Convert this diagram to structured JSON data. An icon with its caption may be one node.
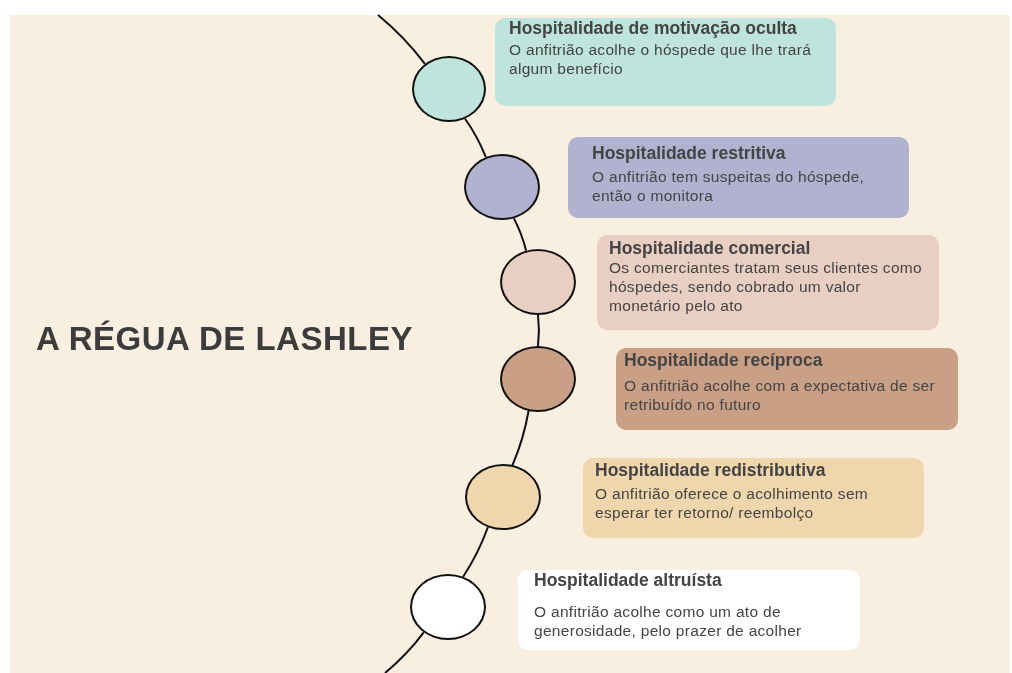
{
  "diagram": {
    "title": "A RÉGUA DE LASHLEY",
    "nodes": [
      {
        "text": [],
        "shape": "circle"
      },
      {
        "text": [
          "Hospitalidade de motivação oculta",
          "O anfitrião acolhe o hóspede que lhe trará algum benefício"
        ]
      },
      {
        "text": [],
        "shape": "circle"
      },
      {
        "text": [
          "Hospitalidade restritiva",
          "O anfitrião tem suspeitas do hóspede, então o monitora"
        ]
      },
      {
        "text": [],
        "shape": "circle"
      },
      {
        "text": [
          "Hospitalidade comercial",
          "Os comerciantes tratam seus clientes como hóspedes, sendo cobrado um valor monetário pelo ato"
        ]
      },
      {
        "text": [],
        "shape": "circle"
      },
      {
        "text": [
          "Hospitalidade recíproca",
          "O anfitrião acolhe com a expectativa de ser retribuído no futuro"
        ]
      },
      {
        "text": [],
        "shape": "circle"
      },
      {
        "text": [
          "Hospitalidade redistributiva",
          "O anfitrião oferece o acolhimento sem esperar ter retorno/ reembolço"
        ]
      },
      {
        "text": [],
        "shape": "circle"
      },
      {
        "text": [
          "Hospitalidade altruísta",
          "O anfitrião acolhe como um ato de generosidade, pelo prazer de acolher"
        ]
      }
    ],
    "edges": [
      {
        "from": null,
        "to": 0,
        "arrow": "none"
      },
      {
        "from": 0,
        "to": 2,
        "arrow": "none"
      },
      {
        "from": 2,
        "to": 4,
        "arrow": "none"
      },
      {
        "from": 4,
        "to": 6,
        "arrow": "none"
      },
      {
        "from": 6,
        "to": 8,
        "arrow": "none"
      },
      {
        "from": 8,
        "to": 10,
        "arrow": "none"
      },
      {
        "from": 10,
        "to": null,
        "arrow": "none"
      }
    ]
  }
}
